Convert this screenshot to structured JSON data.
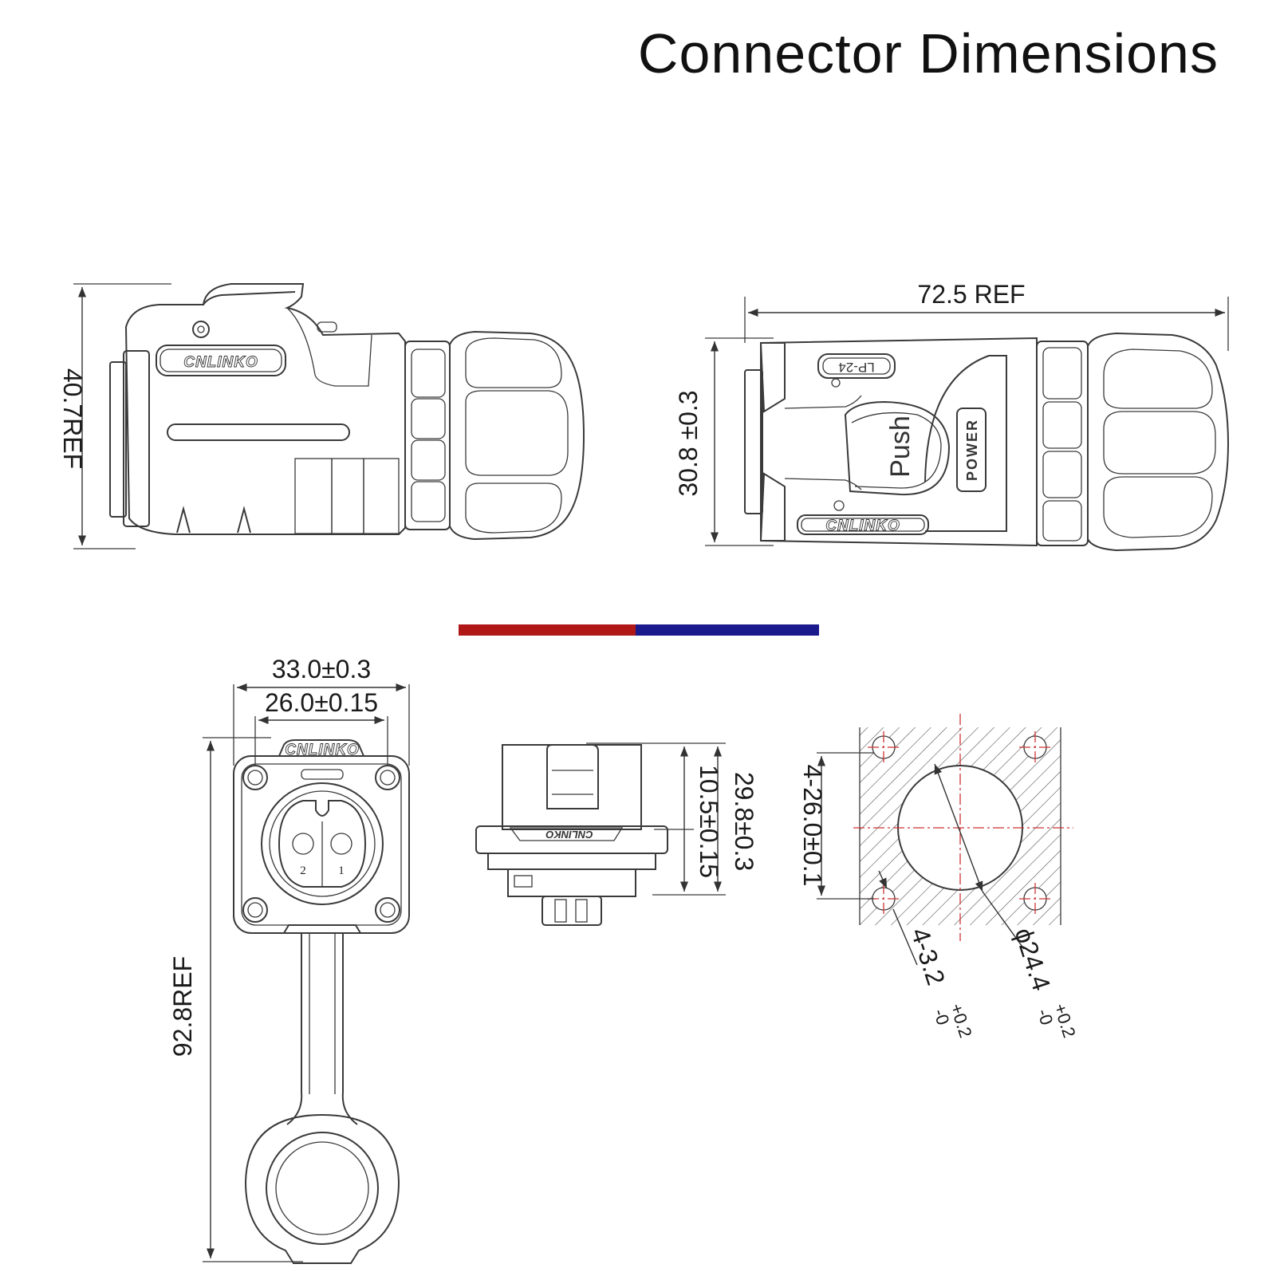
{
  "title": "Connector Dimensions",
  "dimensions": {
    "side_height": "40.7REF",
    "top_length": "72.5 REF",
    "top_height": "30.8 ±0.3",
    "front_outer_width": "33.0±0.3",
    "front_inner_width": "26.0±0.15",
    "front_total_height": "92.8REF",
    "profile_total_height": "29.8±0.3",
    "profile_flange_height": "10.5±0.15",
    "cutout_hole_spacing": "4-26.0±0.1",
    "cutout_hole_dia": "4-3.2",
    "cutout_hole_tol_plus": "+0.2",
    "cutout_hole_tol_minus": "-0",
    "cutout_center_dia": "ϕ24.4",
    "cutout_center_tol_plus": "+0.2",
    "cutout_center_tol_minus": "-0"
  },
  "markings": {
    "brand": "CNLINKO",
    "model": "LP-24",
    "push": "Push",
    "power": "POWER",
    "pin_1": "1",
    "pin_2": "2"
  },
  "colors": {
    "separator_left": "#b01818",
    "separator_right": "#1a1a8c"
  }
}
